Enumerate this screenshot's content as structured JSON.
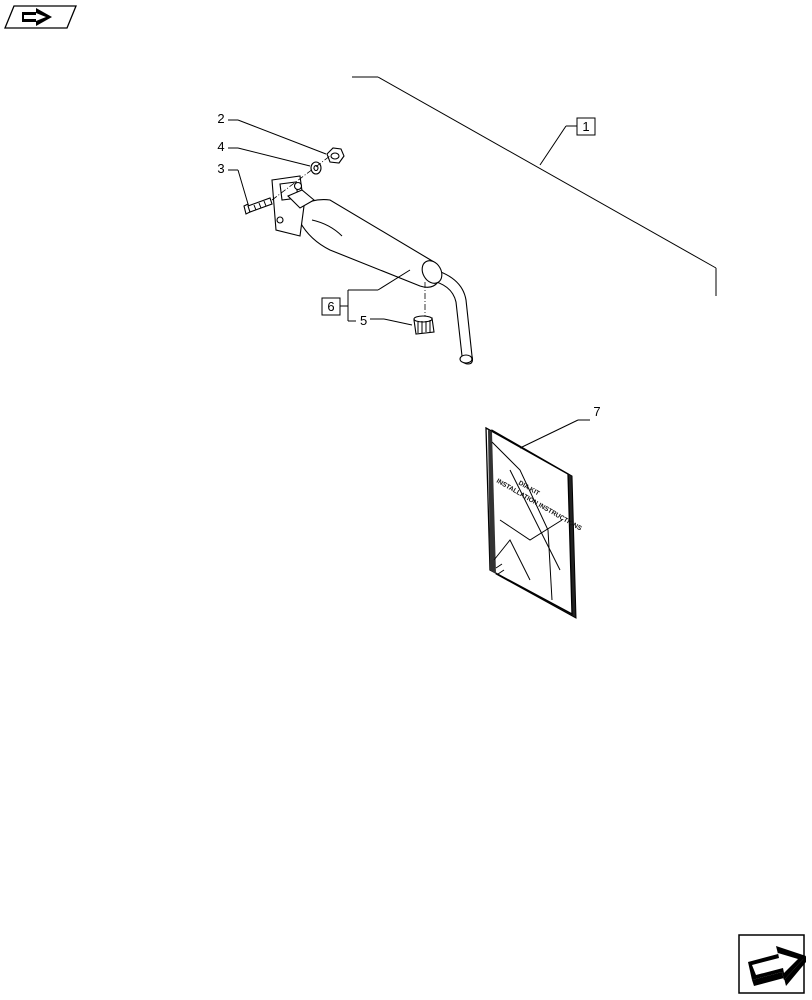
{
  "callouts": {
    "c1": "1",
    "c2": "2",
    "c3": "3",
    "c4": "4",
    "c5": "5",
    "c6": "6",
    "c7": "7"
  },
  "booklet": {
    "line1": "DIA KIT",
    "line2": "INSTALLATION INSTRUCTIONS"
  },
  "icons": {
    "prev": "prev-page-arrow-icon",
    "next": "next-page-arrow-icon"
  }
}
